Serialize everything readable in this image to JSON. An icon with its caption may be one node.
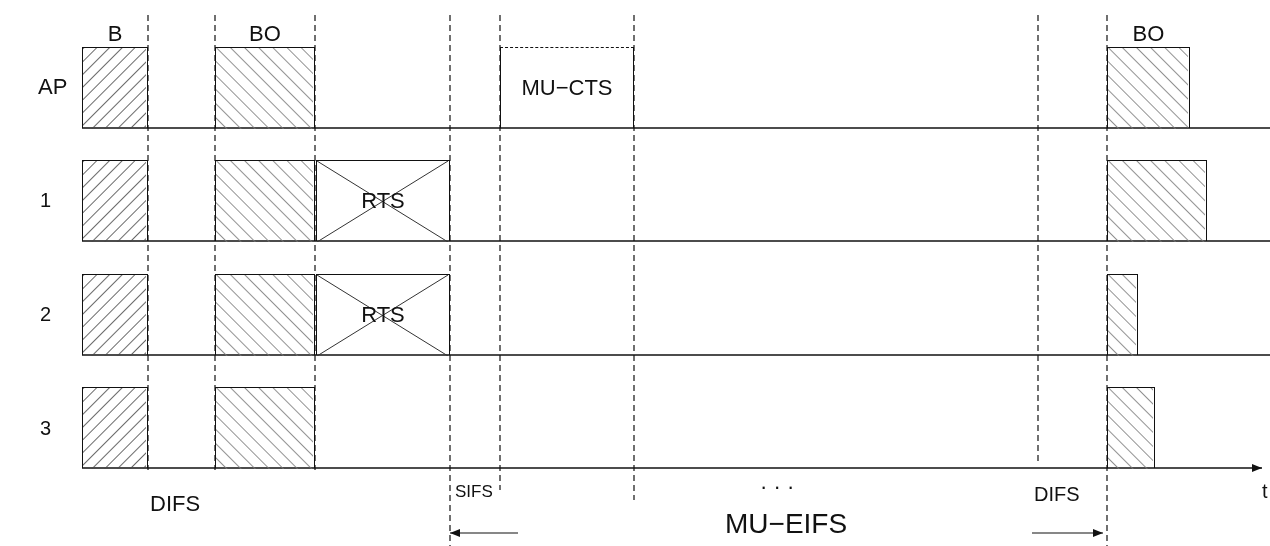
{
  "diagram": {
    "nodes": [
      {
        "text": [
          "B"
        ]
      },
      {
        "text": [
          "BO"
        ]
      },
      {
        "text": [
          "MU−CTS"
        ]
      },
      {
        "text": [
          "BO"
        ]
      },
      {
        "text": [],
        "shape": "box"
      },
      {
        "text": [],
        "shape": "box"
      },
      {
        "text": [
          "RTS"
        ]
      },
      {
        "text": [],
        "shape": "box"
      },
      {
        "text": [],
        "shape": "box"
      },
      {
        "text": [],
        "shape": "box"
      },
      {
        "text": [
          "RTS"
        ]
      },
      {
        "text": [],
        "shape": "box"
      },
      {
        "text": [],
        "shape": "box"
      },
      {
        "text": [],
        "shape": "box"
      },
      {
        "text": [],
        "shape": "box"
      }
    ],
    "edges": [],
    "labels": [
      "AP",
      "1",
      "2",
      "3",
      "DIFS",
      "SIFS",
      "· · ·",
      "MU−EIFS",
      "DIFS",
      "t"
    ]
  }
}
